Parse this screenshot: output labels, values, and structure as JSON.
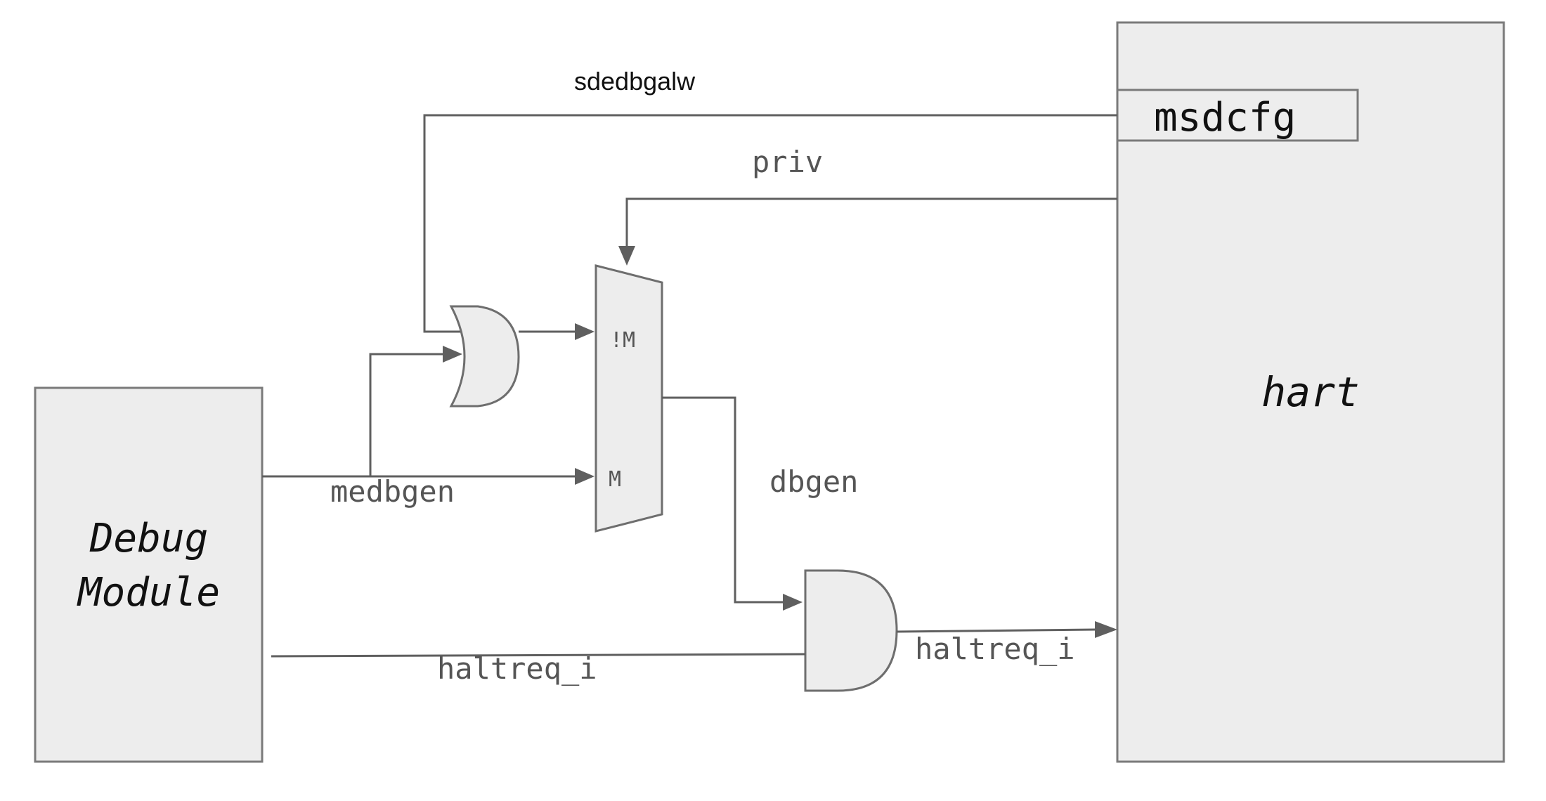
{
  "blocks": {
    "debug_module": {
      "line1": "Debug",
      "line2": "Module"
    },
    "hart": {
      "label": "hart"
    },
    "msdcfg": {
      "label": "msdcfg"
    }
  },
  "mux": {
    "input_not_m": "!M",
    "input_m": "M"
  },
  "signals": {
    "sdedbgalw": "sdedbgalw",
    "priv": "priv",
    "medbgen": "medbgen",
    "dbgen": "dbgen",
    "haltreq_in": "haltreq_i",
    "haltreq_out": "haltreq_i"
  },
  "gates": {
    "or_gate": "or-gate",
    "and_gate": "and-gate"
  }
}
